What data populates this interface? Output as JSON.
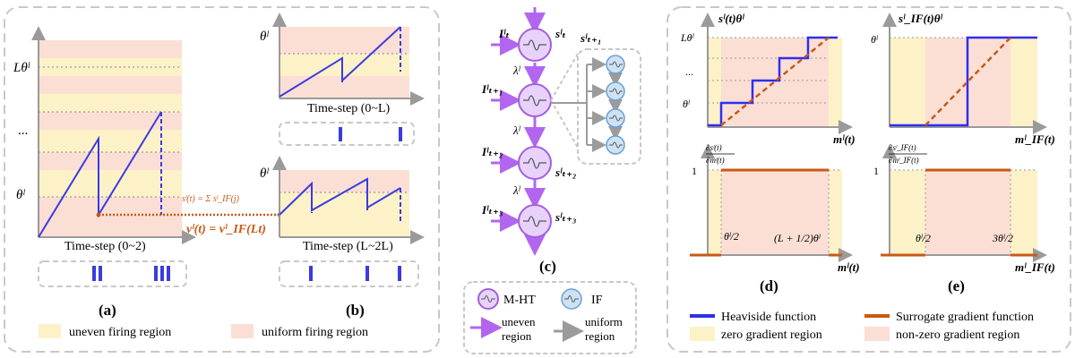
{
  "colors": {
    "uneven": "#fdf1c8",
    "uniform": "#fbdfd5",
    "line": "#3b3be0",
    "surrogate": "#c85a14",
    "heaviside": "#2e2ef0",
    "axis": "#9a9a9a",
    "purple": "#b266f0",
    "gray": "#9b9b9b",
    "if_fill": "#cfe2f3"
  },
  "panel_a": {
    "ylabels": [
      "Lθˡ",
      "...",
      "θˡ"
    ],
    "xlabel": "Time-step (0~2)",
    "tag": "(a)",
    "eq1": "sˡ(t) = Σ sˡ_IF(j)",
    "eq2": "vˡ(t) = vˡ_IF(Lt)"
  },
  "panel_b": {
    "ylabel_top": "θˡ",
    "xlabel_top": "Time-step (0~L)",
    "ylabel_bot": "θˡ",
    "xlabel_bot": "Time-step (L~2L)",
    "tag": "(b)"
  },
  "legend_left": {
    "uneven": "uneven firing region",
    "uniform": "uniform firing region"
  },
  "panel_c": {
    "inputs": [
      "Iˡₜ",
      "Iˡₜ₊₁",
      "Iˡₜ₊₂",
      "Iˡₜ₊₃"
    ],
    "outputs": [
      "sˡₜ",
      "",
      "sˡₜ₊₂",
      "sˡₜ₊₃"
    ],
    "lambda": "λˡ",
    "box_label": "sˡₜ₊₁",
    "tag": "(c)",
    "legend": {
      "mht": "M-HT",
      "if": "IF",
      "uneven": "uneven",
      "uneven2": "region",
      "uniform": "uniform",
      "uniform2": "region"
    }
  },
  "panel_d": {
    "ytitle": "sˡ(t)θˡ",
    "yticks": [
      "Lθˡ",
      "...",
      "θˡ"
    ],
    "xlabel": "mˡ(t)",
    "grad_ytitle_num": "∂sˡ(t)",
    "grad_ytitle_den": "∂mˡ(t)",
    "grad_one": "1",
    "grad_x1": "θˡ/2",
    "grad_x2": "(L + 1/2)θˡ",
    "grad_xlabel": "mˡ(t)",
    "tag": "(d)"
  },
  "panel_e": {
    "ytitle": "sˡ_IF(t)θˡ",
    "ytick": "θˡ",
    "xlabel": "mˡ_IF(t)",
    "grad_ytitle_num": "∂sˡ_IF(t)",
    "grad_ytitle_den": "∂mˡ_IF(t)",
    "grad_one": "1",
    "grad_x1": "θˡ/2",
    "grad_x2": "3θˡ/2",
    "grad_xlabel": "mˡ_IF(t)",
    "tag": "(e)"
  },
  "legend_right": {
    "heaviside": "Heaviside function",
    "surrogate": "Surrogate gradient function",
    "zero": "zero gradient region",
    "nonzero": "non-zero gradient region"
  }
}
